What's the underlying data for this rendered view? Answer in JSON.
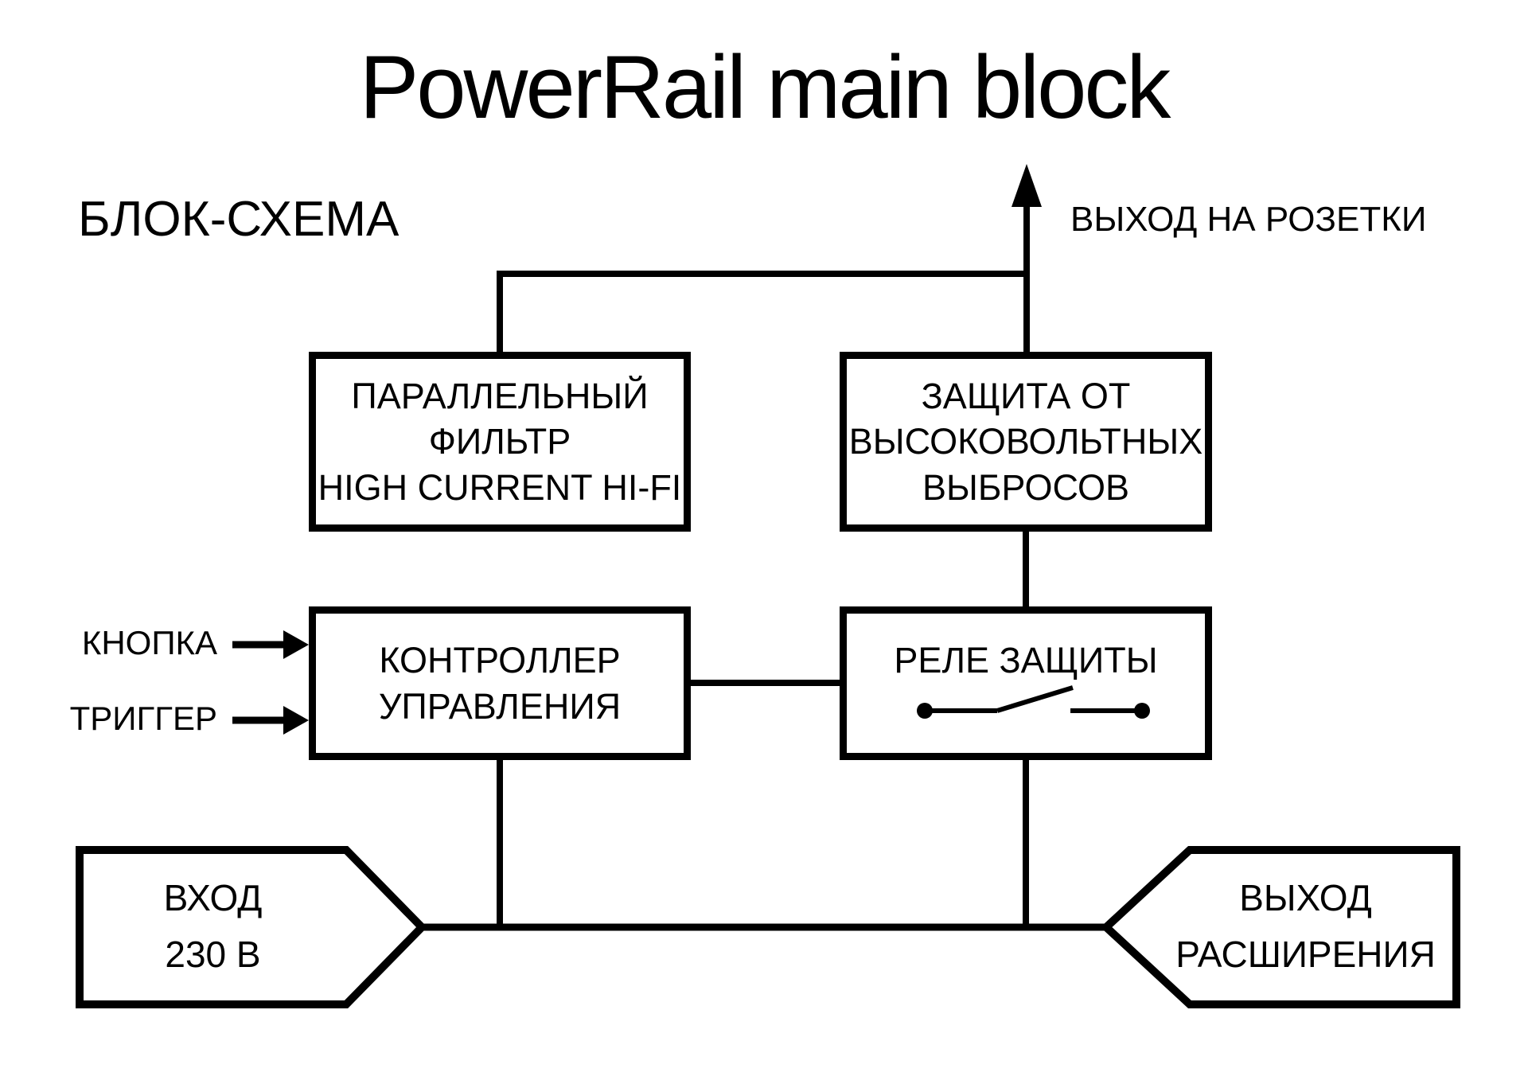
{
  "page": {
    "background": "#ffffff",
    "ink": "#000000"
  },
  "title": "PowerRail main block",
  "subtitle": "БЛОК-СХЕМА",
  "output_arrow": {
    "label": "ВЫХОД НА РОЗЕТКИ"
  },
  "blocks": {
    "parallel_filter": {
      "lines": [
        "ПАРАЛЛЕЛЬНЫЙ",
        "ФИЛЬТР",
        "HIGH CURRENT HI-FI"
      ]
    },
    "surge_protection": {
      "lines": [
        "ЗАЩИТА ОТ",
        "ВЫСОКОВОЛЬТНЫХ",
        "ВЫБРОСОВ"
      ]
    },
    "controller": {
      "lines": [
        "КОНТРОЛЛЕР",
        "УПРАВЛЕНИЯ"
      ]
    },
    "protection_relay": {
      "label": "РЕЛЕ ЗАЩИТЫ"
    }
  },
  "control_inputs": {
    "button": "КНОПКА",
    "trigger": "ТРИГГЕР"
  },
  "terminals": {
    "mains_input": {
      "lines": [
        "ВХОД",
        "230 В"
      ]
    },
    "expansion_output": {
      "lines": [
        "ВЫХОД",
        "РАСШИРЕНИЯ"
      ]
    }
  }
}
